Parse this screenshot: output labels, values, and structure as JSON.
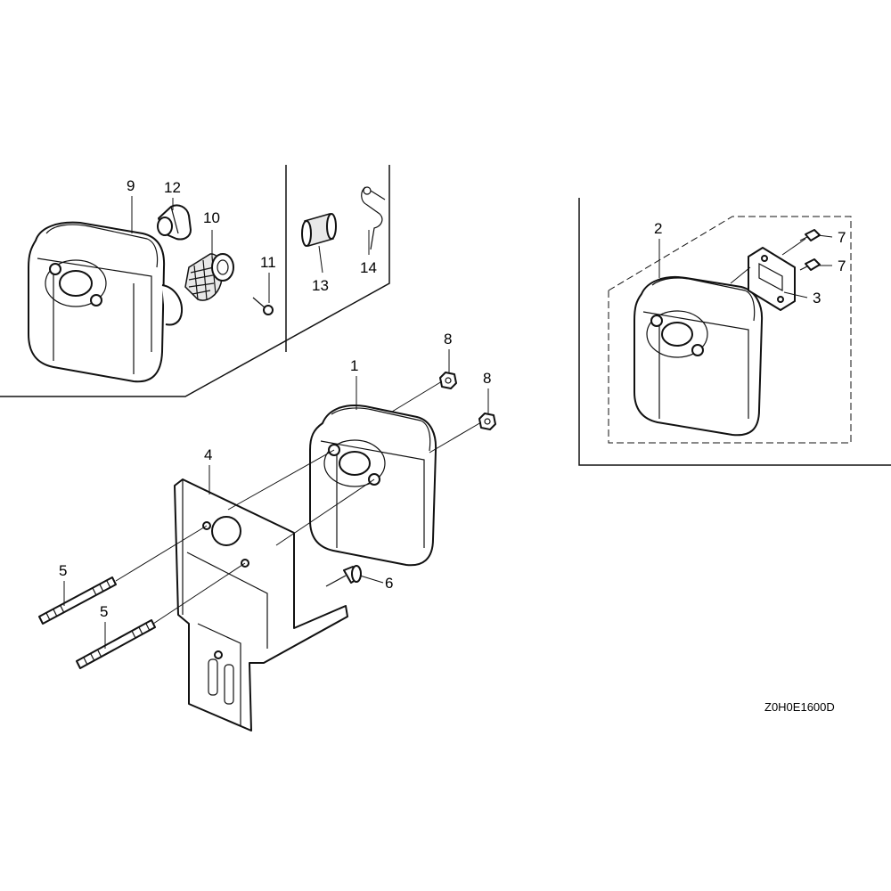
{
  "diagram": {
    "reference_code": "Z0H0E1600D",
    "callouts": [
      {
        "id": "c1",
        "label": "1"
      },
      {
        "id": "c2",
        "label": "2"
      },
      {
        "id": "c3",
        "label": "3"
      },
      {
        "id": "c4",
        "label": "4"
      },
      {
        "id": "c5a",
        "label": "5"
      },
      {
        "id": "c5b",
        "label": "5"
      },
      {
        "id": "c6",
        "label": "6"
      },
      {
        "id": "c7a",
        "label": "7"
      },
      {
        "id": "c7b",
        "label": "7"
      },
      {
        "id": "c8a",
        "label": "8"
      },
      {
        "id": "c8b",
        "label": "8"
      },
      {
        "id": "c9",
        "label": "9"
      },
      {
        "id": "c10",
        "label": "10"
      },
      {
        "id": "c11",
        "label": "11"
      },
      {
        "id": "c12",
        "label": "12"
      },
      {
        "id": "c13",
        "label": "13"
      },
      {
        "id": "c14",
        "label": "14"
      }
    ]
  }
}
